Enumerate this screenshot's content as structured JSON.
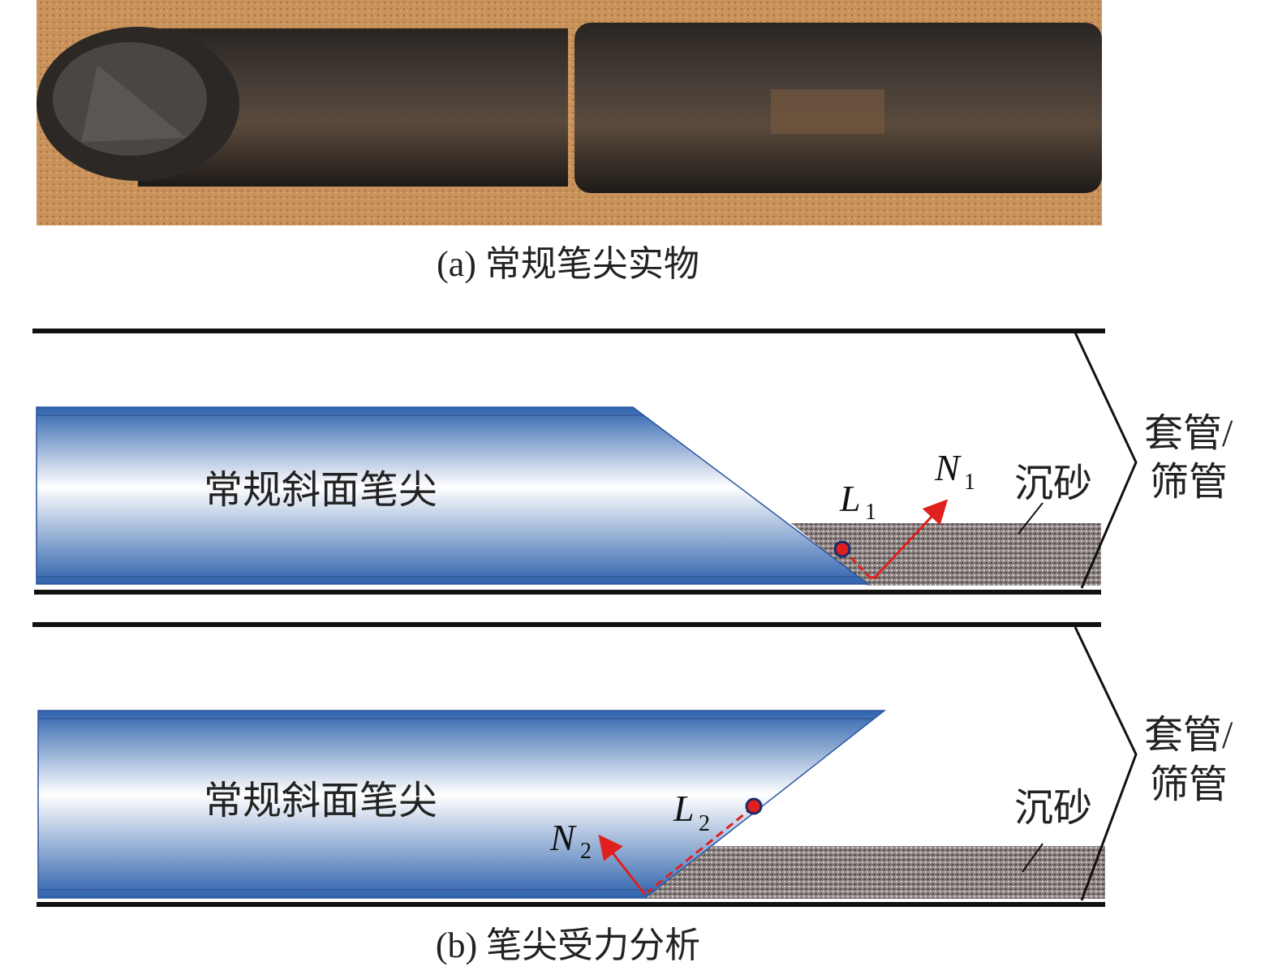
{
  "captions": {
    "a": "(a) 常规笔尖实物",
    "b": "(b) 笔尖受力分析"
  },
  "panel1": {
    "pipe_label": "常规斜面笔尖",
    "L": "L",
    "L_sub": "1",
    "N": "N",
    "N_sub": "1",
    "sand_label": "沉砂",
    "casing_label_1": "套管/",
    "casing_label_2": "筛管"
  },
  "panel2": {
    "pipe_label": "常规斜面笔尖",
    "L": "L",
    "L_sub": "2",
    "N": "N",
    "N_sub": "2",
    "sand_label": "沉砂",
    "casing_label_1": "套管/",
    "casing_label_2": "筛管"
  },
  "colors": {
    "pipe_blue": "#3a6fb5",
    "force_red": "#e0201e",
    "sand": "#8a8080",
    "ground": "#c8925a"
  }
}
